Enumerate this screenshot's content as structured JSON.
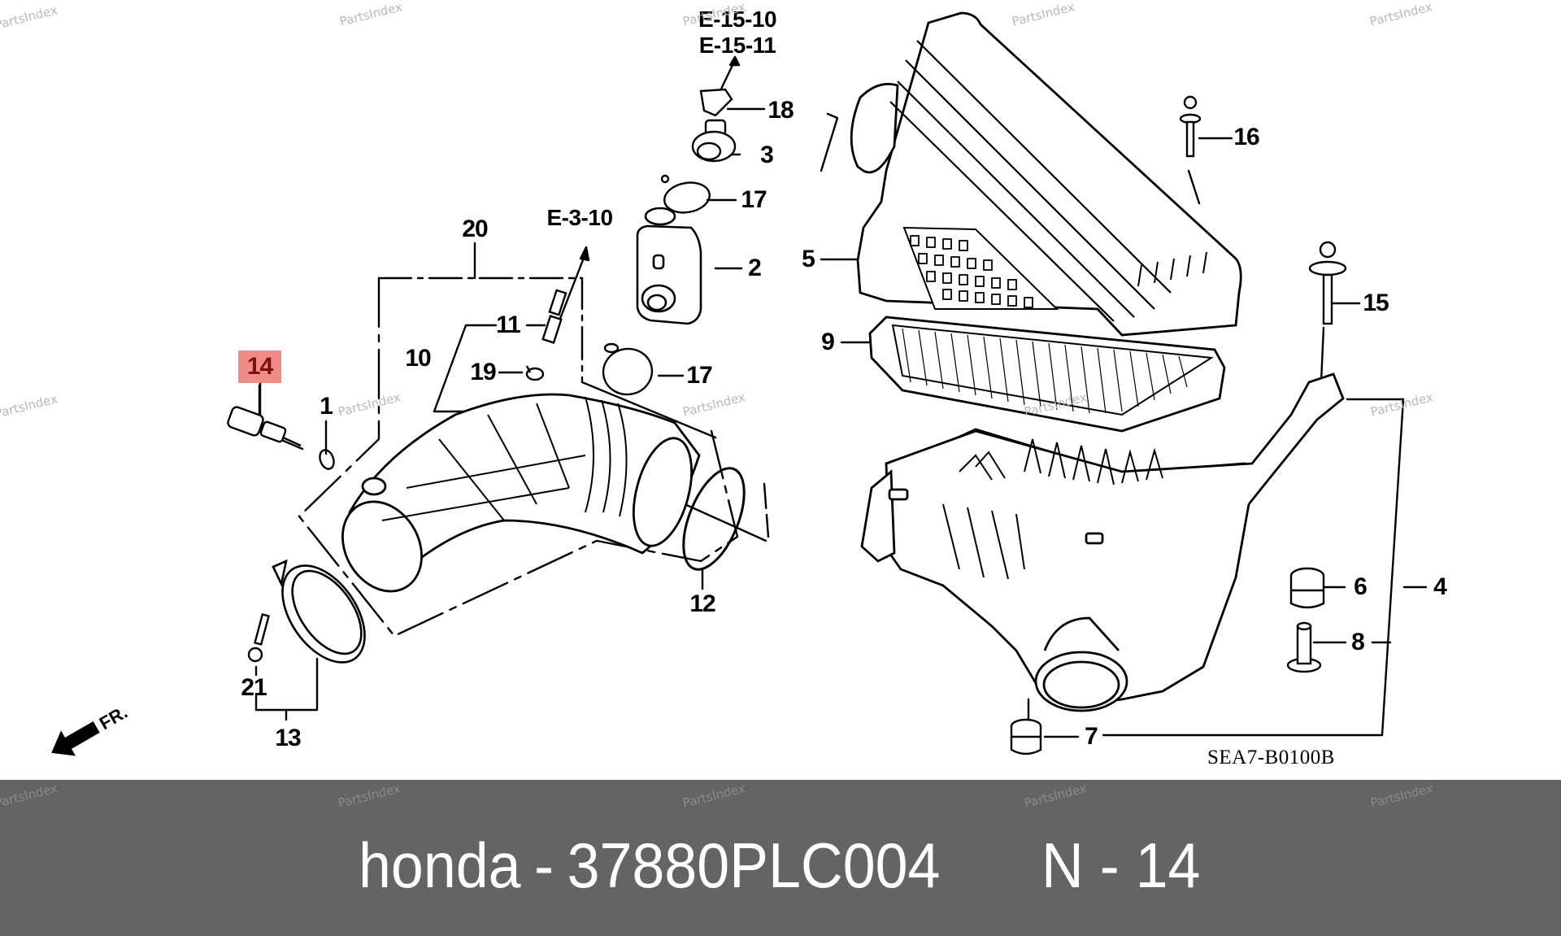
{
  "banner": {
    "brand": "honda",
    "separator": "-",
    "part_number": "37880PLC004",
    "position_label": "N - 14",
    "background_color": "#646464",
    "text_color": "#ffffff"
  },
  "diagram": {
    "drawing_code": "SEA7-B0100B",
    "orientation_label": "FR.",
    "highlighted_item": {
      "number": "14",
      "background_color": "#f28b85",
      "text_color": "#7a1212"
    },
    "references": [
      {
        "id": "ref-e-15-10",
        "text": "E-15-10"
      },
      {
        "id": "ref-e-15-11",
        "text": "E-15-11"
      },
      {
        "id": "ref-e-3-10",
        "text": "E-3-10"
      }
    ],
    "callouts": [
      {
        "number": "1"
      },
      {
        "number": "2"
      },
      {
        "number": "3"
      },
      {
        "number": "4"
      },
      {
        "number": "5"
      },
      {
        "number": "6"
      },
      {
        "number": "7"
      },
      {
        "number": "8"
      },
      {
        "number": "9"
      },
      {
        "number": "10"
      },
      {
        "number": "11"
      },
      {
        "number": "12"
      },
      {
        "number": "13"
      },
      {
        "number": "15"
      },
      {
        "number": "16"
      },
      {
        "number": "17"
      },
      {
        "number": "17"
      },
      {
        "number": "18"
      },
      {
        "number": "19"
      },
      {
        "number": "20"
      },
      {
        "number": "21"
      }
    ]
  },
  "watermark": {
    "text": "PartsIndex"
  }
}
